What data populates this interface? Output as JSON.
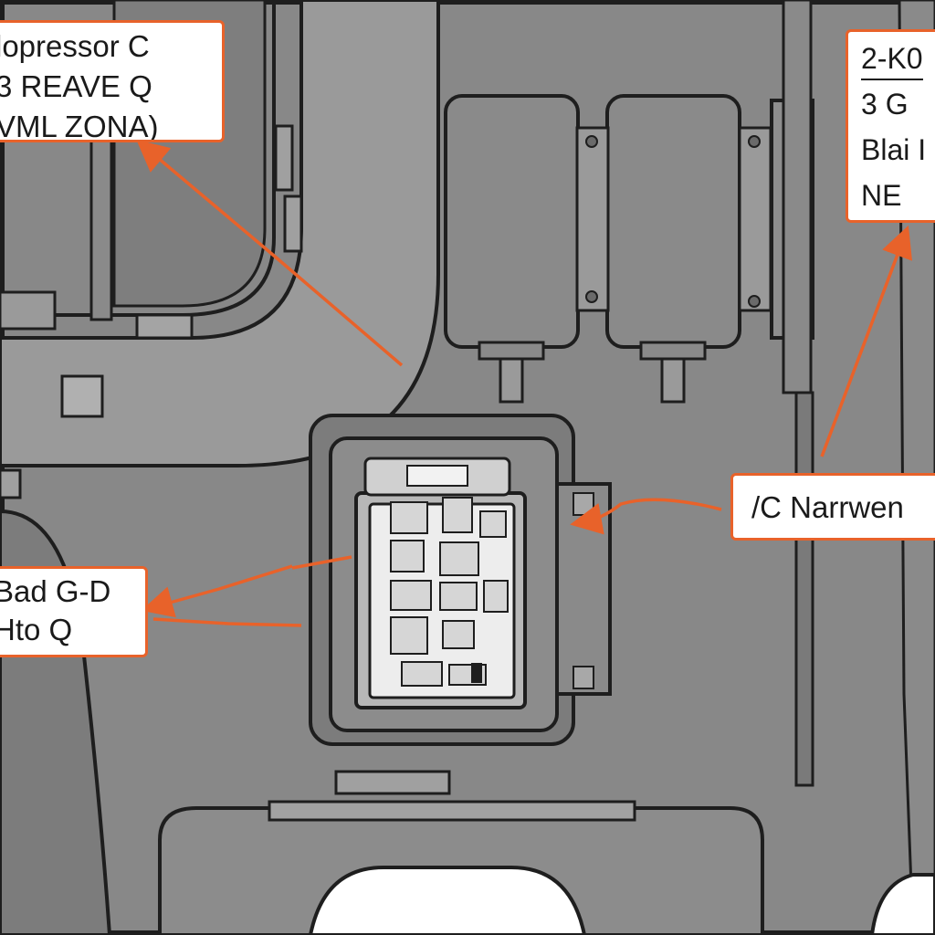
{
  "callouts": {
    "top_left": {
      "lines": [
        "lopressor C",
        "3 REAVE Q",
        "VML ZONA)"
      ]
    },
    "top_right": {
      "lines": [
        "2-K0",
        "3 G",
        "Blai I",
        "NE"
      ]
    },
    "middle_right": {
      "lines": [
        "/C Narrwen"
      ]
    },
    "middle_left": {
      "lines": [
        "Bad G-D",
        "Hto Q"
      ]
    }
  },
  "colors": {
    "background": "#8c8c8c",
    "panel_dark": "#7a7a7a",
    "panel_light": "#a0a0a0",
    "outline": "#1e1e1e",
    "arrow": "#e8622a",
    "callout_border": "#e8622a",
    "white_cutout": "#ffffff"
  }
}
